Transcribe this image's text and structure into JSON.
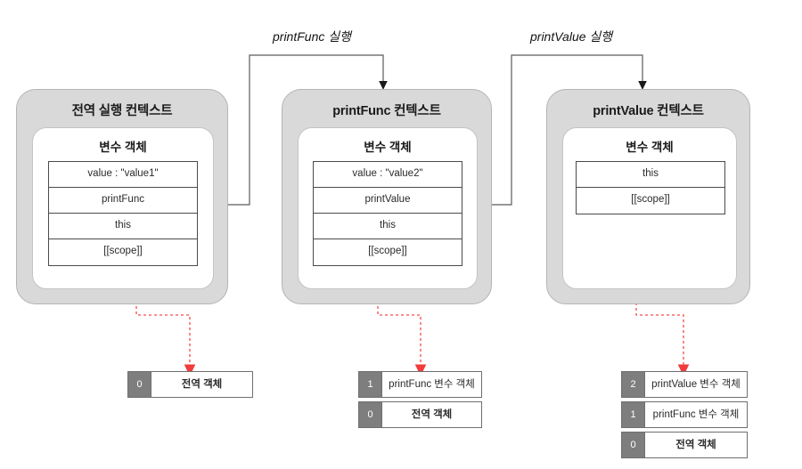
{
  "diagram": {
    "title": "JavaScript Execution Context & Scope Chain",
    "background": "#ffffff",
    "accent_dotted": "#ff5555",
    "context_fill": "#d9d9d9",
    "variable_object_fill": "#ffffff",
    "index_cell_fill": "#7e7e7e"
  },
  "exec_labels": [
    {
      "id": "exec-printfunc",
      "text": "printFunc 실행"
    },
    {
      "id": "exec-printvalue",
      "text": "printValue 실행"
    }
  ],
  "contexts": [
    {
      "id": "global",
      "title": "전역 실행 컨텍스트",
      "variable_object_title": "변수 객체",
      "properties": [
        "value : \"value1\"",
        "printFunc",
        "this",
        "[[scope]]"
      ]
    },
    {
      "id": "printfunc",
      "title": "printFunc 컨텍스트",
      "variable_object_title": "변수 객체",
      "properties": [
        "value : \"value2\"",
        "printValue",
        "this",
        "[[scope]]"
      ]
    },
    {
      "id": "printvalue",
      "title": "printValue 컨텍스트",
      "variable_object_title": "변수 객체",
      "properties": [
        "this",
        "[[scope]]"
      ]
    }
  ],
  "scope_chains": [
    {
      "id": "scope-chain-global",
      "rows": [
        {
          "index": "0",
          "label": "전역 객체",
          "bold": true
        }
      ]
    },
    {
      "id": "scope-chain-printfunc",
      "rows": [
        {
          "index": "1",
          "label": "printFunc 변수 객체",
          "bold": false
        },
        {
          "index": "0",
          "label": "전역 객체",
          "bold": true
        }
      ]
    },
    {
      "id": "scope-chain-printvalue",
      "rows": [
        {
          "index": "2",
          "label": "printValue 변수 객체",
          "bold": false
        },
        {
          "index": "1",
          "label": "printFunc 변수 객체",
          "bold": false
        },
        {
          "index": "0",
          "label": "전역 객체",
          "bold": true
        }
      ]
    }
  ]
}
